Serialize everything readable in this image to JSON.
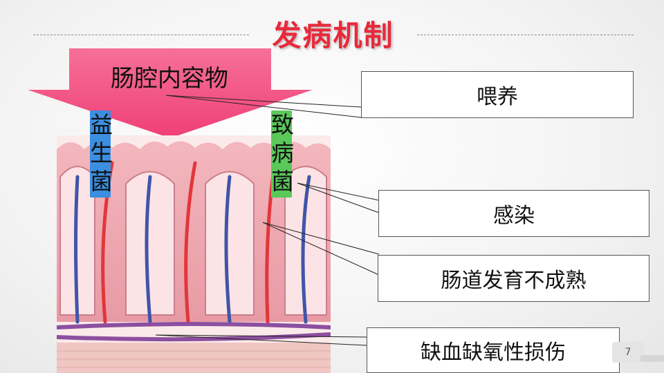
{
  "slide": {
    "title": "发病机制",
    "page_number": "7"
  },
  "arrow": {
    "label": "肠腔内容物"
  },
  "tags": {
    "probiotics": "益生菌",
    "pathogens": "致病菌"
  },
  "callouts": {
    "feeding": "喂养",
    "infection": "感染",
    "immature_gut": "肠道发育不成熟",
    "ischemia_hypoxia": "缺血缺氧性损伤"
  },
  "colors": {
    "title": "#e8293a",
    "arrow": "#f0487c",
    "probiotics_tag": "#3c8ee0",
    "pathogens_tag": "#5ac85a"
  }
}
